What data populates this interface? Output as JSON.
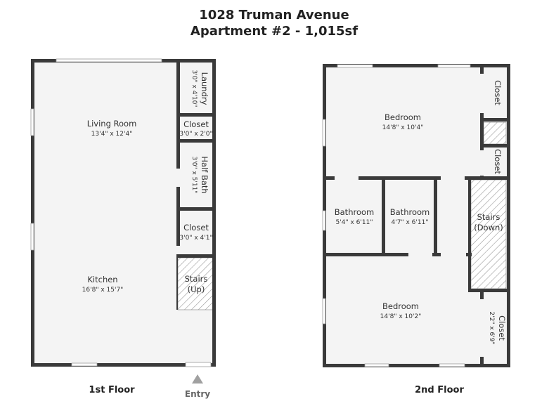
{
  "header": {
    "address": "1028 Truman Avenue",
    "unit": "Apartment #2 - 1,015sf"
  },
  "floor1": {
    "label": "1st Floor",
    "entry_label": "Entry",
    "rooms": {
      "living_room": {
        "name": "Living Room",
        "dims": "13'4\" x 12'4\""
      },
      "kitchen": {
        "name": "Kitchen",
        "dims": "16'8\" x 15'7\""
      },
      "laundry": {
        "name": "Laundry",
        "dims": "3'0\" x 4'10\""
      },
      "closet_a": {
        "name": "Closet",
        "dims": "3'0\" x 2'0\""
      },
      "half_bath": {
        "name": "Half Bath",
        "dims": "3'0\" x 5'11\""
      },
      "closet_b": {
        "name": "Closet",
        "dims": "3'0\" x 4'1\""
      },
      "stairs_up": {
        "name": "Stairs",
        "sub": "(Up)"
      }
    }
  },
  "floor2": {
    "label": "2nd Floor",
    "rooms": {
      "bedroom_top": {
        "name": "Bedroom",
        "dims": "14'8\" x 10'4\""
      },
      "closet_top": {
        "name": "Closet"
      },
      "closet_mid": {
        "name": "Closet"
      },
      "bathroom_a": {
        "name": "Bathroom",
        "dims": "5'4\" x 6'11\""
      },
      "bathroom_b": {
        "name": "Bathroom",
        "dims": "4'7\" x 6'11\""
      },
      "stairs_down": {
        "name": "Stairs",
        "sub": "(Down)"
      },
      "bedroom_bottom": {
        "name": "Bedroom",
        "dims": "14'8\" x 10'2\""
      },
      "closet_bottom": {
        "name": "Closet",
        "dims": "2'2\" x 6'9\""
      }
    }
  }
}
